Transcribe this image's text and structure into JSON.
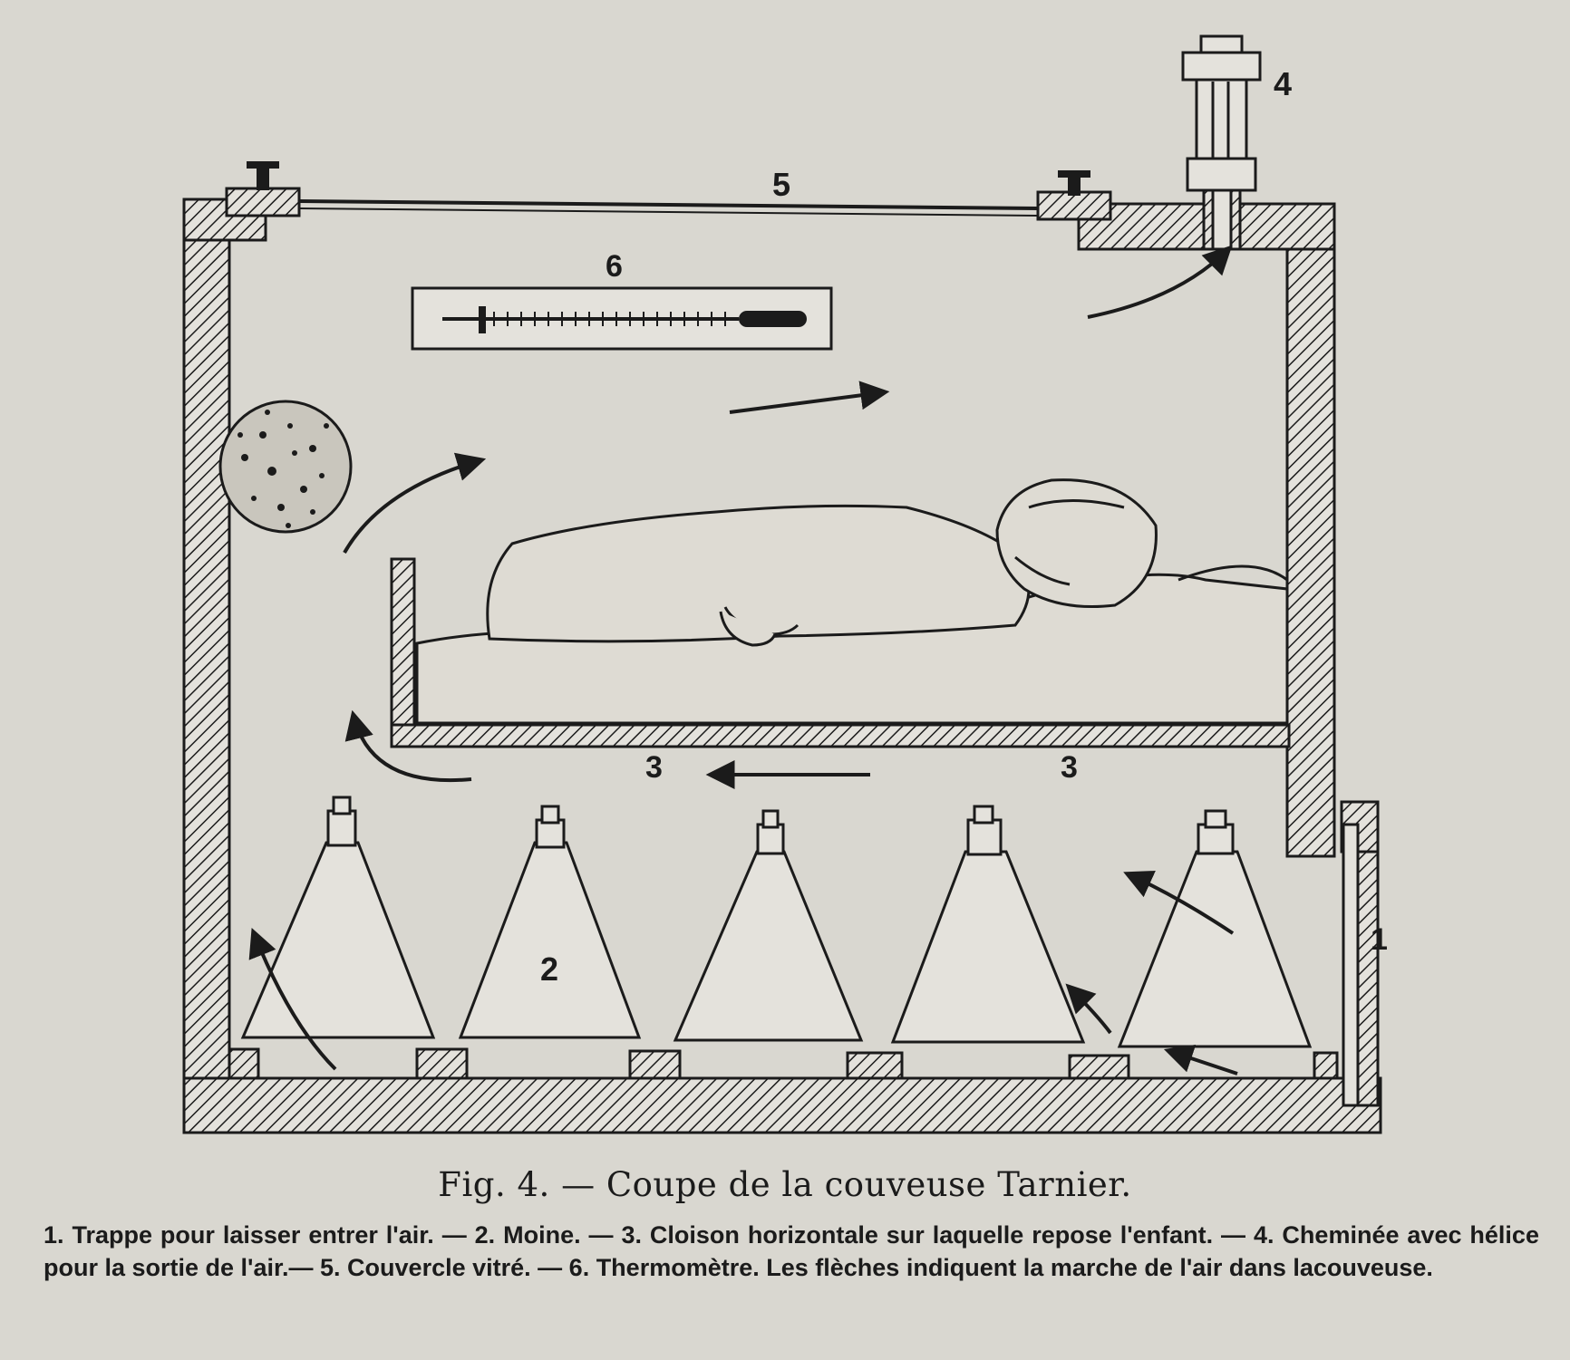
{
  "figure": {
    "labels": {
      "trappe": "1",
      "moine": "2",
      "cloison_left": "3",
      "cloison_right": "3",
      "cheminee": "4",
      "couvercle": "5",
      "thermometre": "6"
    },
    "caption": "Fig. 4. — Coupe de la couveuse Tarnier.",
    "legend": [
      "1. Trappe pour laisser entrer l'air. —",
      "2. Moine. —",
      "3. Cloison horizontale sur laquelle repose l'enfant. —",
      "4. Cheminée avec hélice pour la sortie de l'air.—",
      "5. Couvercle vitré. —",
      "6. Thermomètre. Les flèches indiquent la marche de l'air dans lacouveuse."
    ]
  }
}
